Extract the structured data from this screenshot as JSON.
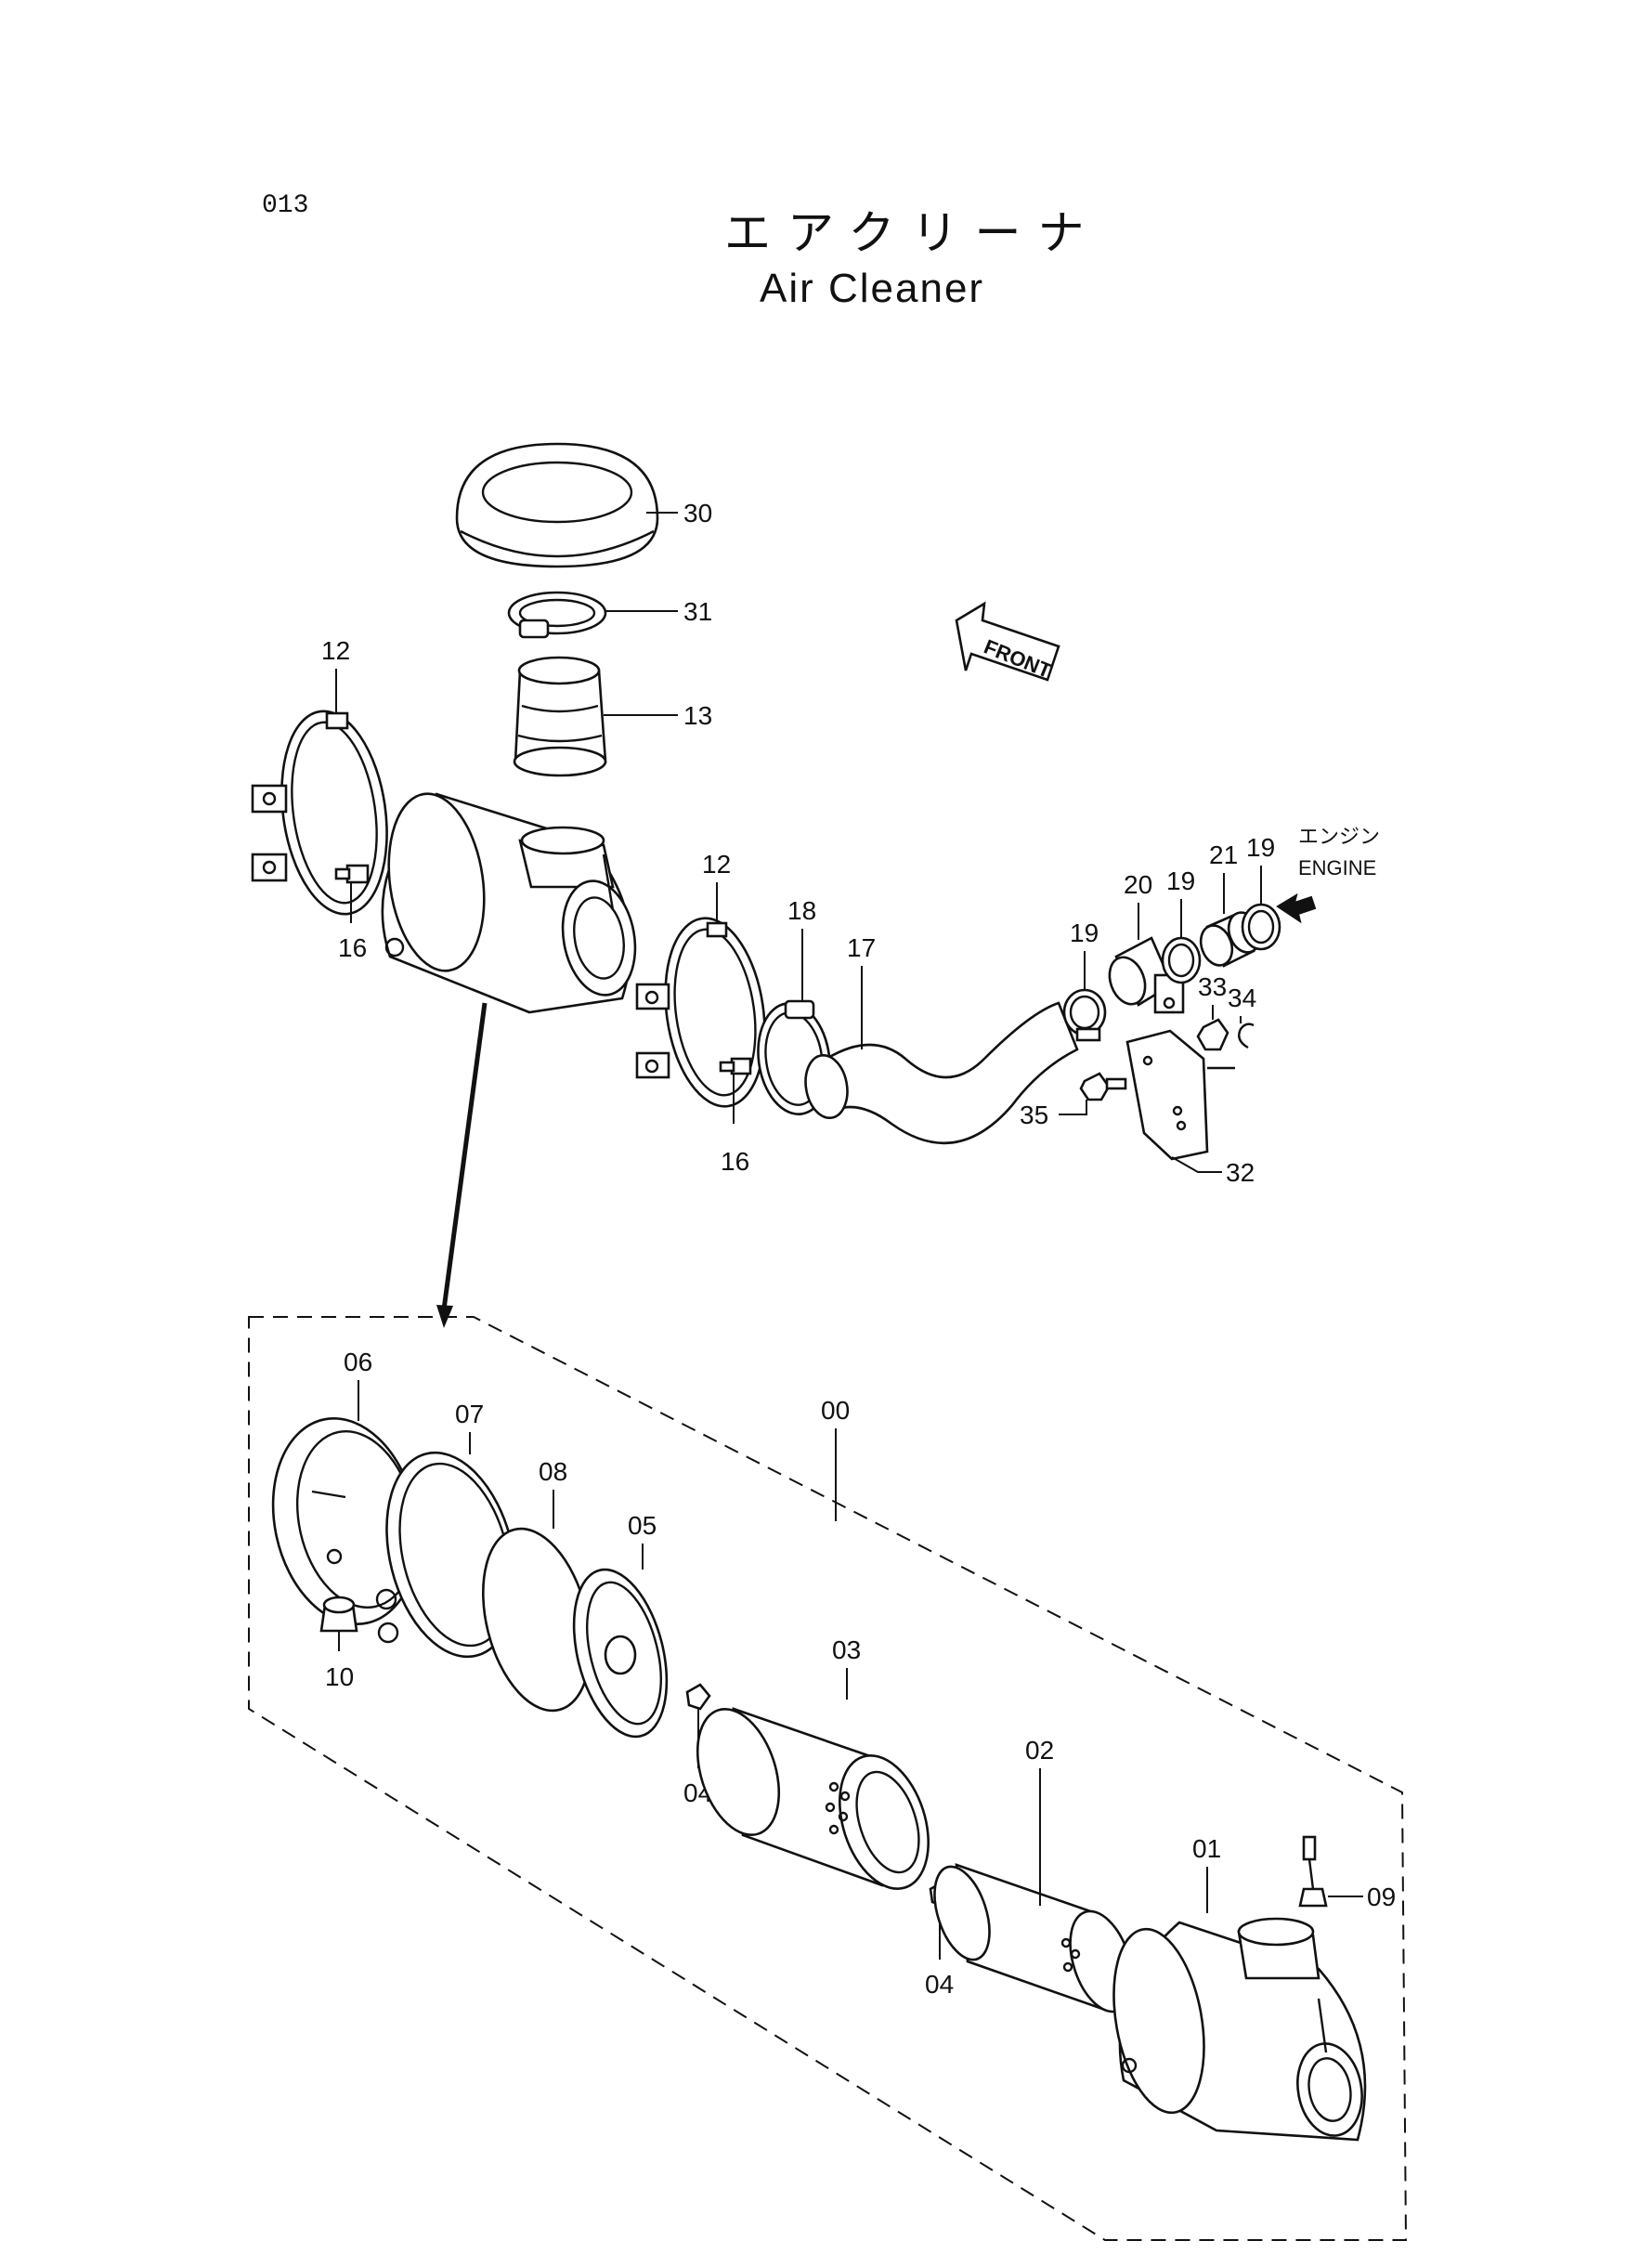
{
  "page": {
    "number": "013",
    "title_jp": "エアクリーナ",
    "title_en": "Air Cleaner"
  },
  "front_arrow": {
    "label": "FRONT"
  },
  "engine_arrow": {
    "label_jp": "エンジン",
    "label_en": "ENGINE"
  },
  "callouts": {
    "p30": "30",
    "p31": "31",
    "p13": "13",
    "p12a": "12",
    "p16a": "16",
    "p12b": "12",
    "p16b": "16",
    "p18": "18",
    "p17": "17",
    "p19a": "19",
    "p20": "20",
    "p19b": "19",
    "p21": "21",
    "p19c": "19",
    "p33": "33",
    "p34": "34",
    "p35": "35",
    "p32": "32",
    "p00": "00",
    "p06": "06",
    "p07": "07",
    "p08": "08",
    "p05": "05",
    "p10": "10",
    "p04a": "04",
    "p03": "03",
    "p04b": "04",
    "p02": "02",
    "p01": "01",
    "p09": "09"
  }
}
